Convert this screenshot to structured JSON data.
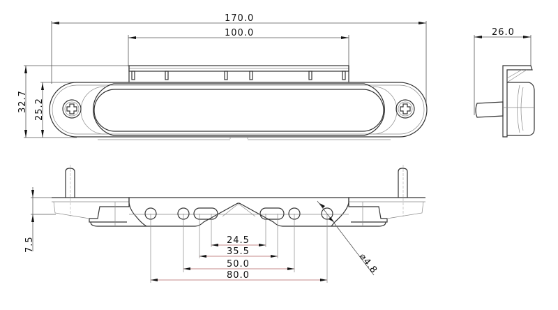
{
  "drawing": {
    "title": "Technical drawing - bar light housing",
    "views": {
      "top_view": {
        "dimensions": {
          "overall_length": "170.0",
          "top_width": "100.0",
          "overall_height": "32.7",
          "body_height": "25.2"
        }
      },
      "side_view": {
        "dimensions": {
          "depth": "26.0"
        }
      },
      "bottom_view": {
        "dimensions": {
          "offset_height": "7.5",
          "slot_inner": "24.5",
          "slot_outer": "35.5",
          "hole_inner": "50.0",
          "hole_outer": "80.0",
          "hole_diameter": "4.8",
          "diameter_symbol": "⌀"
        }
      }
    }
  }
}
